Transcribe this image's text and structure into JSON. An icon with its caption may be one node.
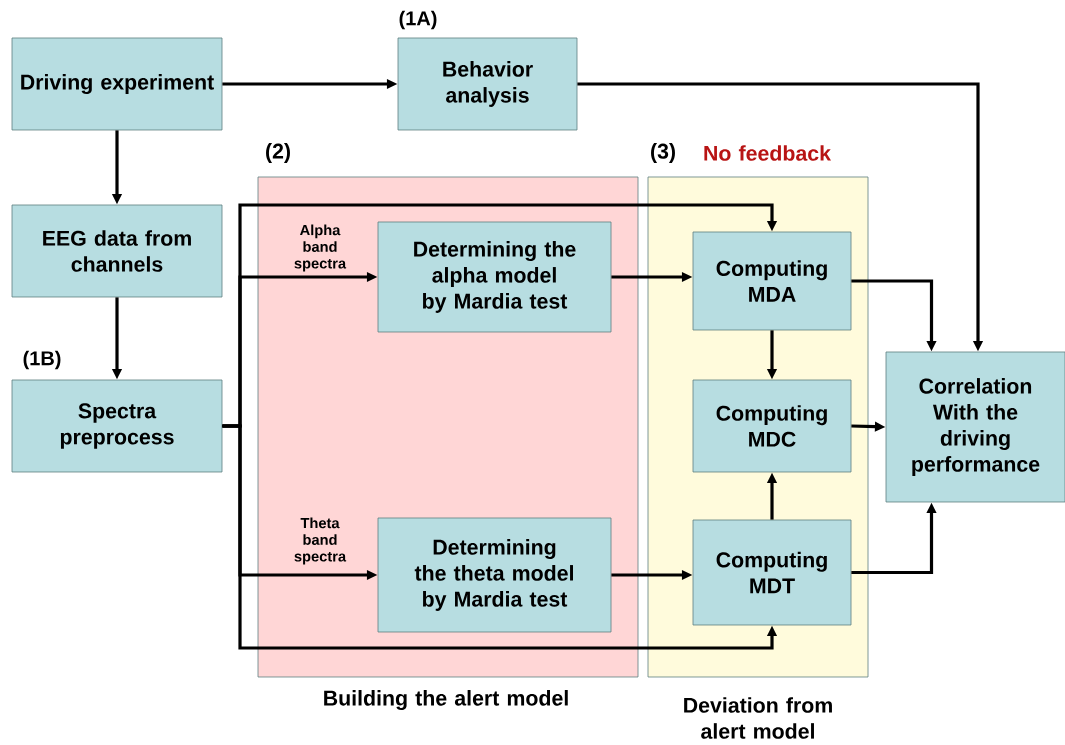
{
  "diagram": {
    "nodes": [
      {
        "text": [
          "Driving experiment"
        ]
      },
      {
        "text": [
          "Behavior analysis"
        ],
        "beside": [
          "(1A)"
        ]
      },
      {
        "text": [
          "EEG data from channels"
        ]
      },
      {
        "text": [
          "Spectra preprocess"
        ],
        "beside": [
          "(1B)"
        ]
      },
      {
        "text": [
          "(2)",
          "Building the alert model"
        ]
      },
      {
        "text": [
          "(3)",
          "No feedback",
          "Deviation from alert model"
        ]
      },
      {
        "text": [
          "Determining the alpha model by Mardia test"
        ],
        "in": 4,
        "beside": [
          "Alpha band spectra"
        ]
      },
      {
        "text": [
          "Determining the theta model by Mardia test"
        ],
        "in": 4,
        "beside": [
          "Theta band spectra"
        ]
      },
      {
        "text": [
          "Computing MDA"
        ],
        "in": 5
      },
      {
        "text": [
          "Computing MDC"
        ],
        "in": 5
      },
      {
        "text": [
          "Computing MDT"
        ],
        "in": 5
      },
      {
        "text": [
          "Correlation With the driving performance"
        ]
      }
    ],
    "edges": [
      {
        "from": 0,
        "to": 1,
        "arrow": "to"
      },
      {
        "from": 0,
        "to": 2,
        "arrow": "to"
      },
      {
        "from": 2,
        "to": 3,
        "arrow": "to"
      },
      {
        "from": 3,
        "to": 6,
        "arrow": "to"
      },
      {
        "from": 3,
        "to": 7,
        "arrow": "to"
      },
      {
        "from": 3,
        "to": 8,
        "arrow": "to"
      },
      {
        "from": 3,
        "to": 10,
        "arrow": "to"
      },
      {
        "from": 6,
        "to": 8,
        "arrow": "to"
      },
      {
        "from": 7,
        "to": 10,
        "arrow": "to"
      },
      {
        "from": 8,
        "to": 9,
        "arrow": "to"
      },
      {
        "from": 10,
        "to": 9,
        "arrow": "to"
      },
      {
        "from": 8,
        "to": 11,
        "arrow": "to"
      },
      {
        "from": 9,
        "to": 11,
        "arrow": "to"
      },
      {
        "from": 10,
        "to": 11,
        "arrow": "to"
      },
      {
        "from": 1,
        "to": 11,
        "arrow": "to"
      }
    ]
  }
}
